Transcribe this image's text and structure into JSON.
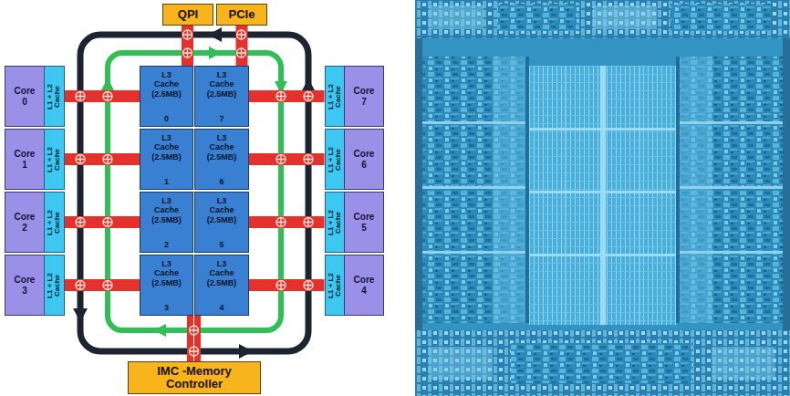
{
  "diagram": {
    "nodes": [
      {
        "text": [
          "QPI"
        ]
      },
      {
        "text": [
          "PCIe"
        ]
      },
      {
        "text": [
          "Core 0"
        ]
      },
      {
        "text": [
          "L1 + L2 Cache"
        ]
      },
      {
        "text": [
          "L3 Cache (2.5MB)",
          "0"
        ]
      },
      {
        "text": [
          "L3 Cache (2.5MB)",
          "7"
        ]
      },
      {
        "text": [
          "L1 + L2 Cache"
        ]
      },
      {
        "text": [
          "Core 7"
        ]
      },
      {
        "text": [
          "Core 1"
        ]
      },
      {
        "text": [
          "L1 + L2 Cache"
        ]
      },
      {
        "text": [
          "L3 Cache (2.5MB)",
          "1"
        ]
      },
      {
        "text": [
          "L3 Cache (2.5MB)",
          "6"
        ]
      },
      {
        "text": [
          "L1 + L2 Cache"
        ]
      },
      {
        "text": [
          "Core 6"
        ]
      },
      {
        "text": [
          "Core 2"
        ]
      },
      {
        "text": [
          "L1 + L2 Cache"
        ]
      },
      {
        "text": [
          "L3 Cache (2.5MB)",
          "2"
        ]
      },
      {
        "text": [
          "L3 Cache (2.5MB)",
          "5"
        ]
      },
      {
        "text": [
          "L1 + L2 Cache"
        ]
      },
      {
        "text": [
          "Core 5"
        ]
      },
      {
        "text": [
          "Core 3"
        ]
      },
      {
        "text": [
          "L1 + L2 Cache"
        ]
      },
      {
        "text": [
          "L3 Cache (2.5MB)",
          "3"
        ]
      },
      {
        "text": [
          "L3 Cache (2.5MB)",
          "4"
        ]
      },
      {
        "text": [
          "L1 + L2 Cache"
        ]
      },
      {
        "text": [
          "Core 4"
        ]
      },
      {
        "text": [
          "IMC -Memory Controller"
        ]
      }
    ],
    "edges": [
      {
        "from": 3,
        "to": 4,
        "arrow": "none"
      },
      {
        "from": 6,
        "to": 5,
        "arrow": "none"
      },
      {
        "from": 9,
        "to": 10,
        "arrow": "none"
      },
      {
        "from": 12,
        "to": 11,
        "arrow": "none"
      },
      {
        "from": 15,
        "to": 16,
        "arrow": "none"
      },
      {
        "from": 18,
        "to": 17,
        "arrow": "none"
      },
      {
        "from": 21,
        "to": 22,
        "arrow": "none"
      },
      {
        "from": 24,
        "to": 23,
        "arrow": "none"
      },
      {
        "from": 0,
        "to": 4,
        "arrow": "none"
      },
      {
        "from": 1,
        "to": 5,
        "arrow": "none"
      },
      {
        "from": 26,
        "to": 22,
        "arrow": "none"
      },
      {
        "from": 26,
        "to": 23,
        "arrow": "none"
      }
    ]
  }
}
